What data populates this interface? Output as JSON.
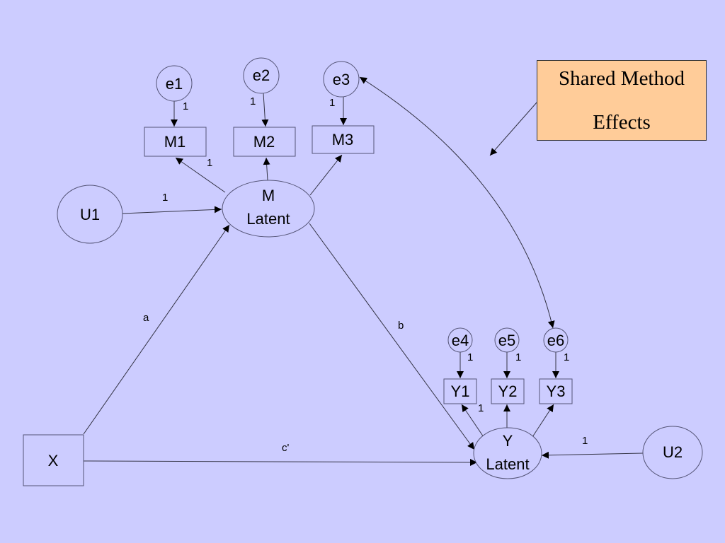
{
  "nodes": {
    "e1": {
      "label": "e1"
    },
    "e2": {
      "label": "e2"
    },
    "e3": {
      "label": "e3"
    },
    "m1": {
      "label": "M1"
    },
    "m2": {
      "label": "M2"
    },
    "m3": {
      "label": "M3"
    },
    "u1": {
      "label": "U1"
    },
    "m_latent": {
      "line1": "M",
      "line2": "Latent"
    },
    "x": {
      "label": "X"
    },
    "e4": {
      "label": "e4"
    },
    "e5": {
      "label": "e5"
    },
    "e6": {
      "label": "e6"
    },
    "y1": {
      "label": "Y1"
    },
    "y2": {
      "label": "Y2"
    },
    "y3": {
      "label": "Y3"
    },
    "y_latent": {
      "line1": "Y",
      "line2": "Latent"
    },
    "u2": {
      "label": "U2"
    }
  },
  "edge_labels": {
    "e1_m1": "1",
    "e2_m2": "1",
    "e3_m3": "1",
    "mlat_m1": "1",
    "u1_mlat": "1",
    "a": "a",
    "b": "b",
    "c_prime": "c'",
    "e4_y1": "1",
    "e5_y2": "1",
    "e6_y3": "1",
    "ylat_y1": "1",
    "u2_ylat": "1"
  },
  "callout": {
    "line1": "Shared Method",
    "line2": "Effects"
  },
  "colors": {
    "background": "#ccccff",
    "callout_fill": "#ffcc99",
    "stroke": "#333344"
  }
}
